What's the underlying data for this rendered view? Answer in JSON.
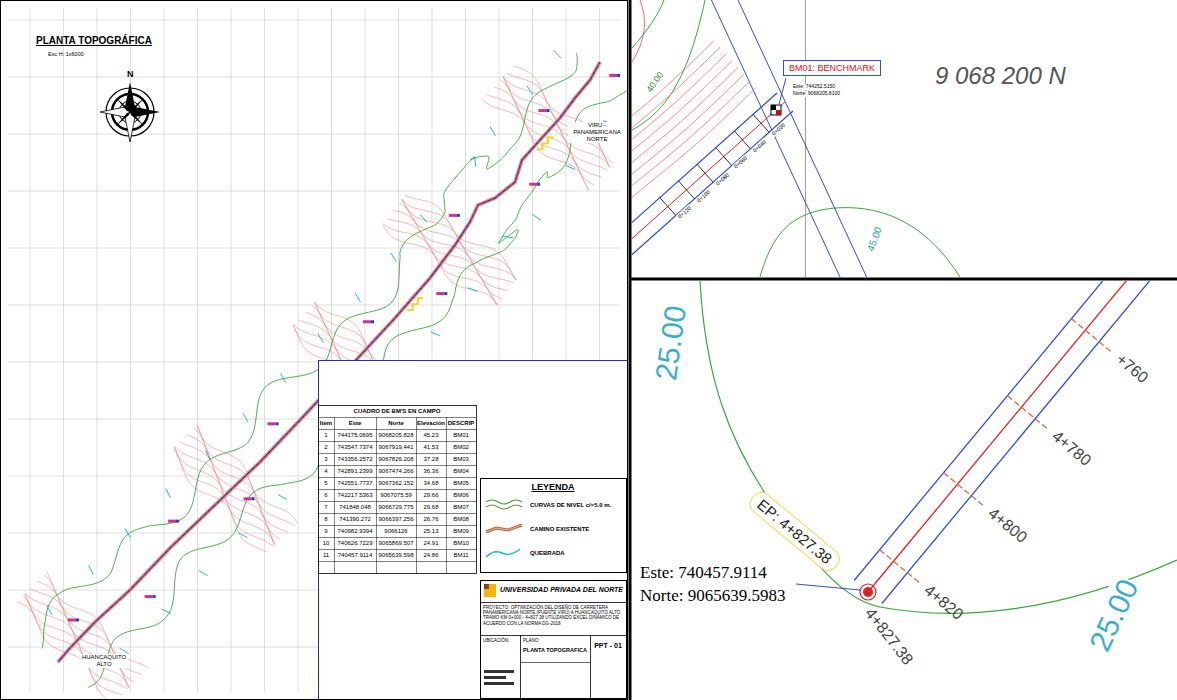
{
  "diagram": {
    "title": "PLANTA TOPOGRÁFICA",
    "nodes": [
      {
        "text": [
          "BM01: BENCHMARK"
        ]
      },
      {
        "text": [
          "EP: 4+827.38"
        ]
      }
    ],
    "labels": [
      "Esc H: 1x6000",
      "N",
      "HUANCAQUITO ALTO",
      "VIRU - PANAMERICANA NORTE",
      "CUADRO DE BM'S EN CAMPO",
      "Item",
      "Este",
      "Norte",
      "Elevación",
      "DESCRIP",
      "1",
      "744175.0695",
      "9068205.828",
      "45.23",
      "BM01",
      "2",
      "743547.7374",
      "9067919.441",
      "41.53",
      "BM02",
      "3",
      "743356.2572",
      "9067826.208",
      "37.28",
      "BM03",
      "4",
      "742891.2399",
      "9067474.266",
      "36.36",
      "BM04",
      "5",
      "742551.7737",
      "9067362.152",
      "34.68",
      "BM05",
      "6",
      "742217.5363",
      "9067075.59",
      "29.66",
      "BM06",
      "7",
      "741848.048",
      "9066729.775",
      "29.68",
      "BM07",
      "8",
      "741390.272",
      "9066397.256",
      "26.76",
      "BM08",
      "9",
      "740982.9394",
      "9066126",
      "25.13",
      "BM09",
      "10",
      "740626.7229",
      "9065869.507",
      "24.91",
      "BM10",
      "11",
      "740457.9114",
      "9065639.598",
      "24.86",
      "BM11",
      "LEYENDA",
      "UNIVERSIDAD PRIVADA DEL NORTE",
      "PROYECTO: OPTIMIZACIÓN DEL DISEÑO DE CARRETERA PANAMERICANA NORTE (PUENTE VIRÚ) A HUANCAQUITO ALTO, TRAMO KM 0+000 - 4+827.38 UTILIZANDO EXCEL DINÁMICO DE ACUERDO CON LA NORMA DG-2018",
      "UBICACIÓN:",
      "PLANO:",
      "PLANTA TOPOGRAFICA",
      "PPT - 01",
      "9 068 200 N",
      "40.00",
      "45.00",
      "Este: 744252.5150",
      "Norte: 9068205.8100",
      "0+020",
      "0+040",
      "0+060",
      "0+080",
      "0+100",
      "0+120",
      "+760",
      "4+780",
      "4+800",
      "4+820",
      "4+827.38",
      "Este: 740457.9114",
      "Norte: 9065639.5983",
      "25.00",
      "25.00"
    ],
    "legend": [
      {
        "text": "CURVAS DE NIVEL c/=5.0 m."
      },
      {
        "text": "CAMINO EXISTENTE"
      },
      {
        "text": "QUEBRADA"
      }
    ]
  }
}
